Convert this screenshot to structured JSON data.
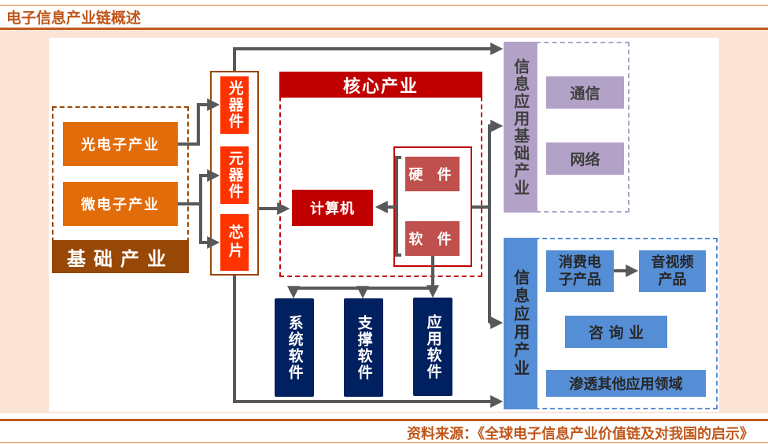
{
  "header": {
    "title": "电子信息产业链概述"
  },
  "footer": {
    "source": "资料来源：《全球电子信息产业价值链及对我国的启示》"
  },
  "colors": {
    "title": "#c0561a",
    "panel_bg": "#fbe3d6",
    "base_orange": "#e36c0a",
    "base_label": "#984806",
    "components": "#ff3300",
    "core": "#c00000",
    "core_parts": "#c0504d",
    "software_types": "#002060",
    "info_app_base": "#b3a2c7",
    "info_app": "#558ed5",
    "arrow": "#595959"
  },
  "diagram": {
    "base_industry": {
      "label": "基础产业",
      "items": [
        "光电子产业",
        "微电子产业"
      ]
    },
    "components": {
      "items": [
        "光器件",
        "元器件",
        "芯片"
      ]
    },
    "core_industry": {
      "label": "核心产业",
      "computer": "计算机",
      "parts": [
        "硬 件",
        "软 件"
      ]
    },
    "software_types": {
      "items": [
        "系统软件",
        "支撑软件",
        "应用软件"
      ]
    },
    "info_app_base": {
      "label": "信息应用基础产业",
      "items": [
        "通信",
        "网络"
      ]
    },
    "info_app": {
      "label": "信息应用产业",
      "items": [
        "消费电子产品",
        "音视频产品",
        "咨 询 业",
        "渗透其他应用领域"
      ],
      "consumer_line1": "消费电",
      "consumer_line2": "子产品",
      "av_line1": "音视频",
      "av_line2": "产品"
    }
  }
}
